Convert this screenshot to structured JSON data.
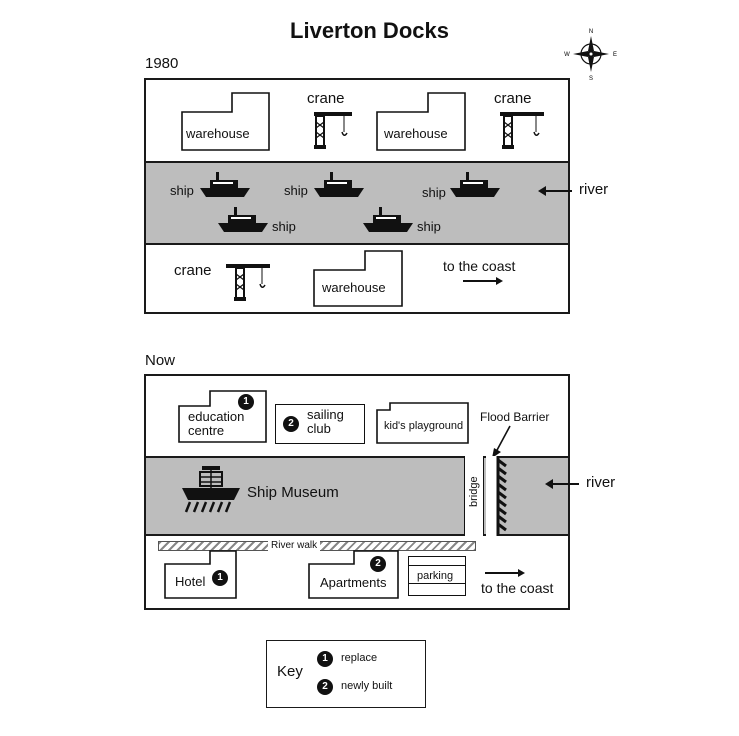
{
  "title": "Liverton Docks",
  "compass": {
    "n": "N",
    "s": "S",
    "e": "E",
    "w": "W"
  },
  "map_1980": {
    "label": "1980",
    "cranes": [
      "crane",
      "crane",
      "crane"
    ],
    "warehouses": [
      "warehouse",
      "warehouse",
      "warehouse"
    ],
    "ships": [
      "ship",
      "ship",
      "ship",
      "ship",
      "ship"
    ],
    "river": "river",
    "to_coast": "to the coast"
  },
  "map_now": {
    "label": "Now",
    "education": "education centre",
    "sailing": "sailing club",
    "playground": "kid's playground",
    "flood_barrier": "Flood Barrier",
    "ship_museum": "Ship Museum",
    "bridge": "bridge",
    "river": "river",
    "river_walk": "River walk",
    "hotel": "Hotel",
    "apartments": "Apartments",
    "parking": "parking",
    "to_coast": "to the coast",
    "badge_replace": "1",
    "badge_new": "2"
  },
  "key": {
    "title": "Key",
    "items": [
      {
        "badge": "1",
        "label": "replace"
      },
      {
        "badge": "2",
        "label": "newly built"
      }
    ]
  }
}
